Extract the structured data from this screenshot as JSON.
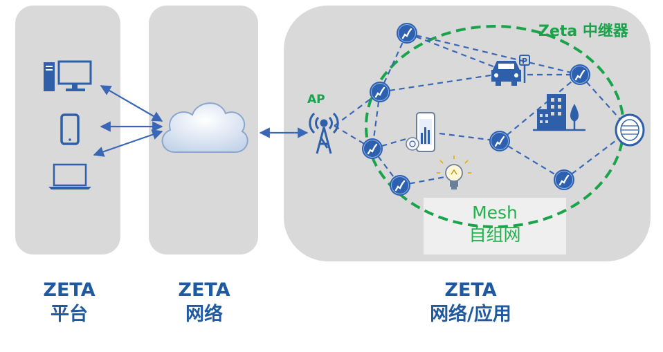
{
  "labels": {
    "ap": "AP",
    "relay": "Zeta 中继器",
    "mesh_line1": "Mesh",
    "mesh_line2": "自组网"
  },
  "captions": {
    "platform": {
      "line1": "ZETA",
      "line2": "平台"
    },
    "network": {
      "line1": "ZETA",
      "line2": "网络"
    },
    "application": {
      "line1": "ZETA",
      "line2": "网络/应用"
    }
  },
  "colors": {
    "panel": "#d9d9d9",
    "caption": "#1f5aa0",
    "device_icon": "#2e5fa8",
    "link_dashed": "#3a67b5",
    "mesh_ring": "#1aa34a",
    "node_fill": "#2d61b0"
  },
  "icons": [
    "desktop-computer-icon",
    "tablet-icon",
    "laptop-icon",
    "cloud-icon",
    "antenna-tower-icon",
    "car-parking-icon",
    "buildings-trees-icon",
    "smart-meter-phone-icon",
    "light-bulb-icon",
    "manhole-cover-icon",
    "zeta-node-icon"
  ]
}
